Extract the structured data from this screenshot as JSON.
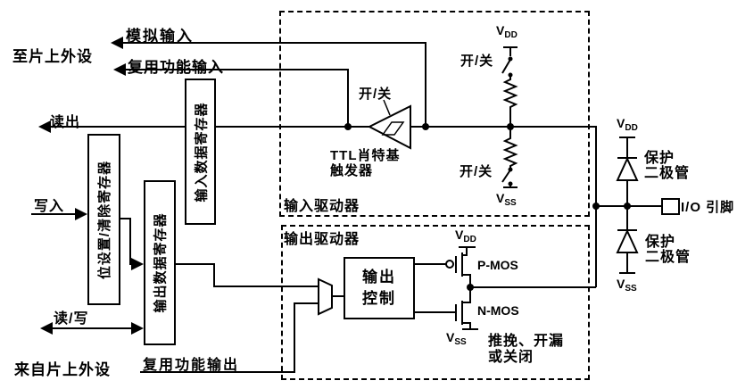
{
  "colors": {
    "line": "#000000",
    "background": "#ffffff"
  },
  "labels": {
    "to_peripheral": "至片上外设",
    "analog_input": "模拟输入",
    "af_input": "复用功能输入",
    "read_out": "读出",
    "write_in": "写入",
    "read_write": "读/写",
    "from_peripheral": "来自片上外设",
    "af_output": "复用功能输出"
  },
  "registers": {
    "input_data": "输入数据寄存器",
    "bit_set_reset": "位设置/清除寄存器",
    "output_data": "输出数据寄存器"
  },
  "input_driver": {
    "title": "输入驱动器",
    "schmitt_line1": "TTL肖特基",
    "schmitt_line2": "触发器",
    "switch_label": "开/关"
  },
  "output_driver": {
    "title": "输出驱动器",
    "control_line1": "输出",
    "control_line2": "控制",
    "pmos": "P-MOS",
    "nmos": "N-MOS",
    "mode_line1": "推挽、开漏",
    "mode_line2": "或关闭"
  },
  "io": {
    "pin_label": "I/O 引脚",
    "diode_line1": "保护",
    "diode_line2": "二极管"
  },
  "supply": {
    "v": "V",
    "dd": "DD",
    "ss": "SS"
  }
}
